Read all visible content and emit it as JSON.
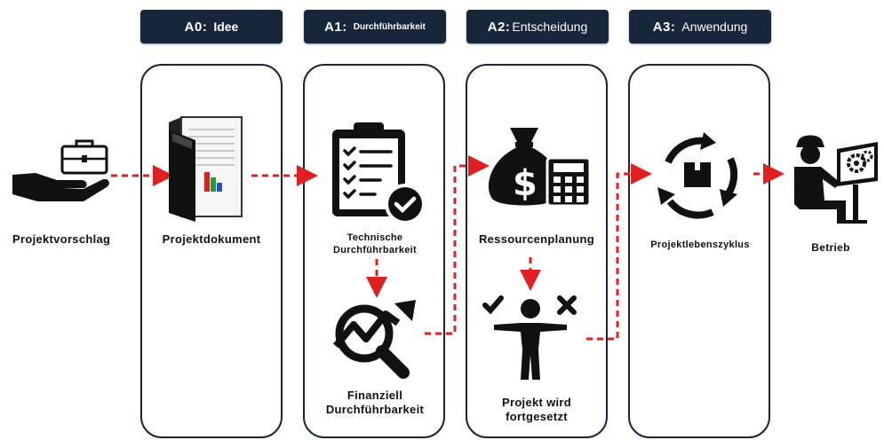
{
  "phases": [
    {
      "code": "A0:",
      "name": "Idee"
    },
    {
      "code": "A1:",
      "name": "Durchführbarkeit"
    },
    {
      "code": "A2:",
      "name": "Entscheidung"
    },
    {
      "code": "A3:",
      "name": "Anwendung"
    }
  ],
  "steps": {
    "proposal": "Projektvorschlag",
    "document": "Projektdokument",
    "technical": "Technische Durchführbarkeit",
    "financial": "Finanziell Durchführbarkeit",
    "resources": "Ressourcenplanung",
    "continued": "Projekt wird fortgesetzt",
    "lifecycle": "Projektlebenszyklus",
    "operation": "Betrieb"
  },
  "colors": {
    "header": "#17263b",
    "arrow": "#e02020",
    "icon": "#111111"
  }
}
